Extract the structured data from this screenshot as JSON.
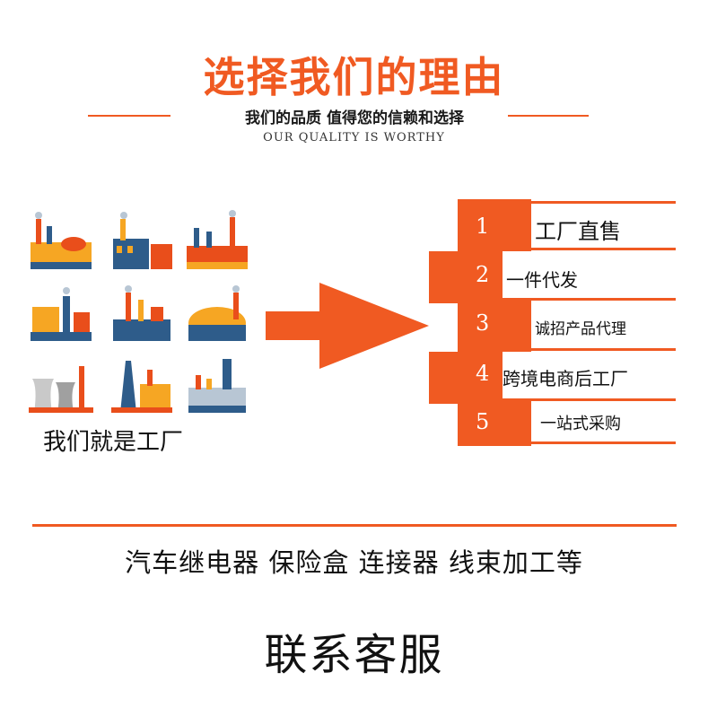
{
  "header": {
    "title": "选择我们的理由",
    "subtitle": "我们的品质 值得您的信赖和选择",
    "english": "OUR QUALITY IS WORTHY"
  },
  "factory_section": {
    "caption": "我们就是工厂",
    "icon_name": "factory-icon"
  },
  "reasons": {
    "items": [
      {
        "number": "1",
        "label": "工厂直售"
      },
      {
        "number": "2",
        "label": "一件代发"
      },
      {
        "number": "3",
        "label": "诚招产品代理"
      },
      {
        "number": "4",
        "label": "跨境电商后工厂"
      },
      {
        "number": "5",
        "label": "一站式采购"
      }
    ]
  },
  "products": {
    "line": "汽车继电器 保险盒 连接器 线束加工等"
  },
  "contact": {
    "label": "联系客服"
  },
  "colors": {
    "accent": "#f05a22",
    "text": "#111111"
  }
}
